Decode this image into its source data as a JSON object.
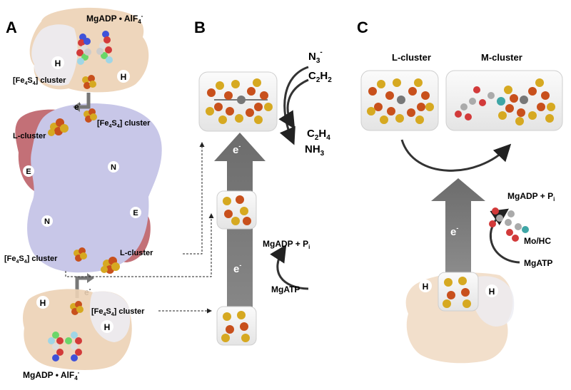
{
  "panels": {
    "a": {
      "label": "A",
      "top_nucleotide": "MgADP • AlF",
      "bottom_nucleotide": "MgADP • AlF",
      "alf_sub": "4",
      "alf_sup": "-",
      "subunit_h": "H",
      "subunit_n": "N",
      "subunit_e": "E",
      "fe4s4_pre": "[Fe",
      "fe4s4_mid": "S",
      "fe4s4_post": "] cluster",
      "fe4s4_sub": "4",
      "l_cluster": "L-cluster",
      "electron": "e",
      "electron_sup": "-"
    },
    "b": {
      "label": "B",
      "substrates": [
        {
          "base": "N",
          "sub": "3",
          "sup": "-"
        },
        {
          "base": "C",
          "sub": "2",
          "mid": "H",
          "sub2": "2"
        }
      ],
      "products": [
        {
          "base": "C",
          "sub": "2",
          "mid": "H",
          "sub2": "4"
        },
        {
          "base": "NH",
          "sub": "3"
        }
      ],
      "electron": "e",
      "electron_sup": "-",
      "products_label": "MgADP + P",
      "products_sub": "i",
      "atp_label": "MgATP"
    },
    "c": {
      "label": "C",
      "l_cluster": "L-cluster",
      "m_cluster": "M-cluster",
      "electron": "e",
      "electron_sup": "-",
      "products_label": "MgADP + P",
      "products_sub": "i",
      "mo_hc": "Mo/HC",
      "atp_label": "MgATP",
      "subunit_h": "H"
    }
  },
  "colors": {
    "fe": "#c8501c",
    "s": "#d6a921",
    "c_atom": "#8a8a8a",
    "o_atom": "#d23a3a",
    "mo": "#3fa6a6",
    "n_atom": "#3f52d9",
    "mg": "#6ad66a",
    "fe_protein": "#ecd2b5",
    "fe_protein_light": "#e9e9ee",
    "mofe_lavender": "#c8c7e8",
    "mofe_red": "#b8575f",
    "grey_arrow": "#777777",
    "box_fill": "#f0f0f0"
  }
}
